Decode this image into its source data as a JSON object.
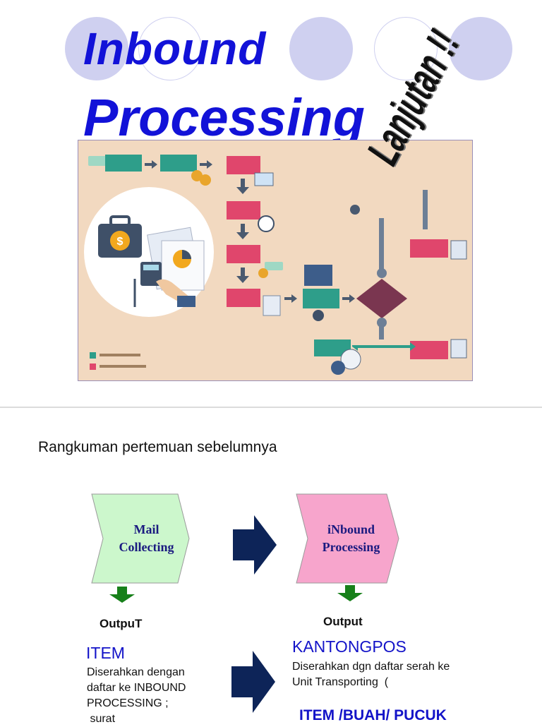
{
  "slide_top": {
    "title_line1": "Inbound",
    "title_line2": "Processing",
    "stamp": "Lanjutan !!"
  },
  "slide_bottom": {
    "heading": "Rangkuman pertemuan sebelumnya",
    "left_chevron": {
      "line1": "Mail",
      "line2": "Collecting"
    },
    "right_chevron": {
      "line1": "iNbound",
      "line2": "Processing"
    },
    "left_output_label": "OutpuT",
    "right_output_label": "Output",
    "left_item": {
      "title": "ITEM",
      "lines": [
        "Diserahkan dengan",
        "daftar ke INBOUND",
        "PROCESSING ;",
        " surat"
      ]
    },
    "right_item": {
      "title": "KANTONGPOS",
      "lines": [
        "Diserahkan dgn daftar serah ke",
        "Unit Transporting  ("
      ],
      "subtitle": "ITEM /BUAH/ PUCUK"
    }
  },
  "colors": {
    "title_blue": "#1212d8",
    "item_blue": "#1313c8",
    "circle": "#cfd0f0",
    "left_chevron_fill": "#ccf7cc",
    "right_chevron_fill": "#f7a5cc",
    "big_arrow": "#0d2458",
    "down_arrow": "#17801a"
  }
}
